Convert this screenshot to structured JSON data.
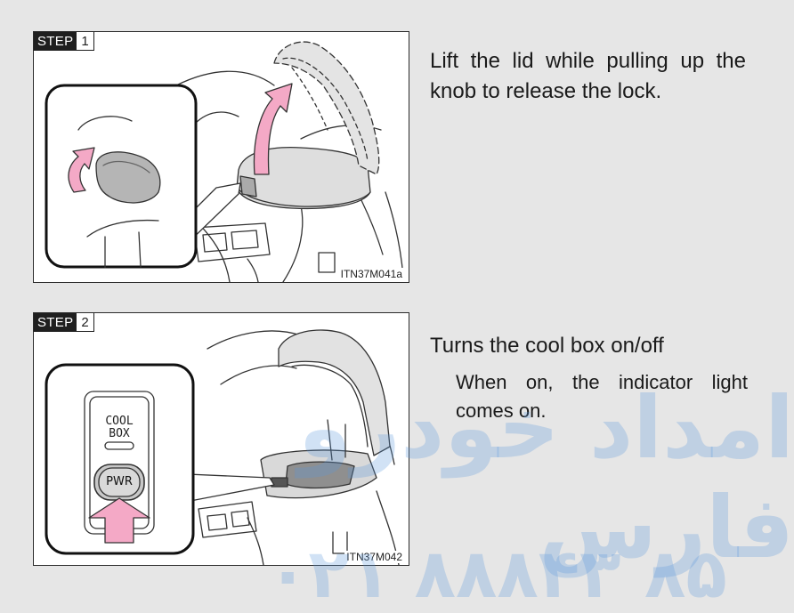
{
  "steps": [
    {
      "step_word": "STEP",
      "step_number": "1",
      "figure_code": "ITN37M041a",
      "instruction": "Lift the lid while pulling up the knob to release the lock."
    },
    {
      "step_word": "STEP",
      "step_number": "2",
      "figure_code": "ITN37M042",
      "instruction": "Turns the cool box on/off",
      "note": "When on, the indicator light comes on.",
      "panel_label_line1": "COOL",
      "panel_label_line2": "BOX",
      "button_label": "PWR"
    }
  ],
  "watermark": {
    "main_text": "امداد خودرو فارس",
    "phone_text": "۰۲۱ ۸۸۸۴۳ ۸۵"
  },
  "colors": {
    "background": "#e6e6e6",
    "arrow_pink": "#f4a9c6",
    "step_tag": "#1f1f1f",
    "watermark_blue": "#5a96dc"
  }
}
